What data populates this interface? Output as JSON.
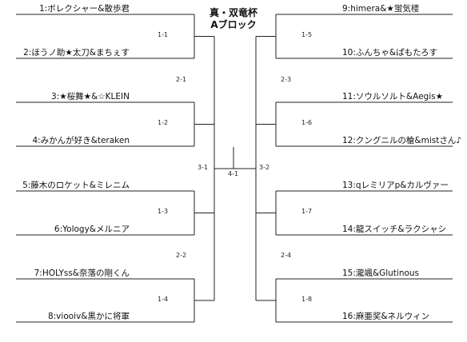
{
  "title": {
    "line1": "真・双竜杯",
    "line2": "Aブロック"
  },
  "entries_left": [
    "1:ボレクシャー&散歩君",
    "2:ほうノ助★太刀&まちぇす",
    "3:★桜舞★&☆KLEIN",
    "4:みかんが好き&teraken",
    "5:藤木のロケット&ミレニム",
    "6:Yology&メルニア",
    "7:HOLYss&奈落の剛くん",
    "8:viooiv&黒かに将軍"
  ],
  "entries_right": [
    "9:himera&★蛍気楼",
    "10:ふんちゃ&ぱもたろす",
    "11:ソウルソルト&Aegis★",
    "12:クングニルの槍&mistさん♪",
    "13:qレミリアp&カルヴァー",
    "14:龍スイッチ&ラクシャシ",
    "15:瀧颯&Glutinous",
    "16:麻亜奖&ネルウィン"
  ],
  "matches": {
    "r1_left": [
      "1-1",
      "1-2",
      "1-3",
      "1-4"
    ],
    "r1_right": [
      "1-5",
      "1-6",
      "1-7",
      "1-8"
    ],
    "r2_left": [
      "2-1",
      "2-2"
    ],
    "r2_right": [
      "2-3",
      "2-4"
    ],
    "r3_left": "3-1",
    "r3_right": "3-2",
    "final": "4-1"
  }
}
